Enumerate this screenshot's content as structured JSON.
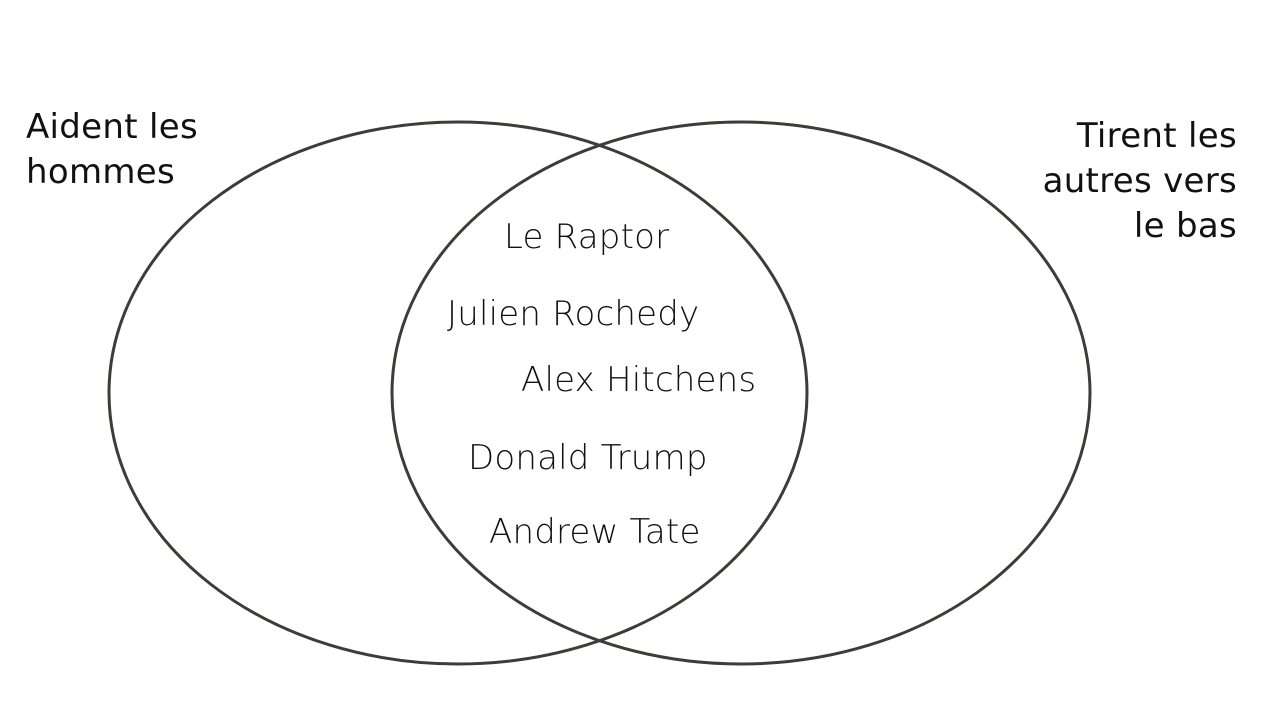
{
  "diagram": {
    "type": "venn",
    "stroke_color": "#3d3c36",
    "background": "#ffffff",
    "sets": [
      {
        "id": "left",
        "label": "Aident les\nhommes"
      },
      {
        "id": "right",
        "label": "Tirent les\nautres vers\nle bas"
      }
    ],
    "intersection": {
      "items": [
        "Le Raptor",
        "Julien Rochedy",
        "Alex Hitchens",
        "Donald Trump",
        "Andrew Tate"
      ]
    }
  }
}
